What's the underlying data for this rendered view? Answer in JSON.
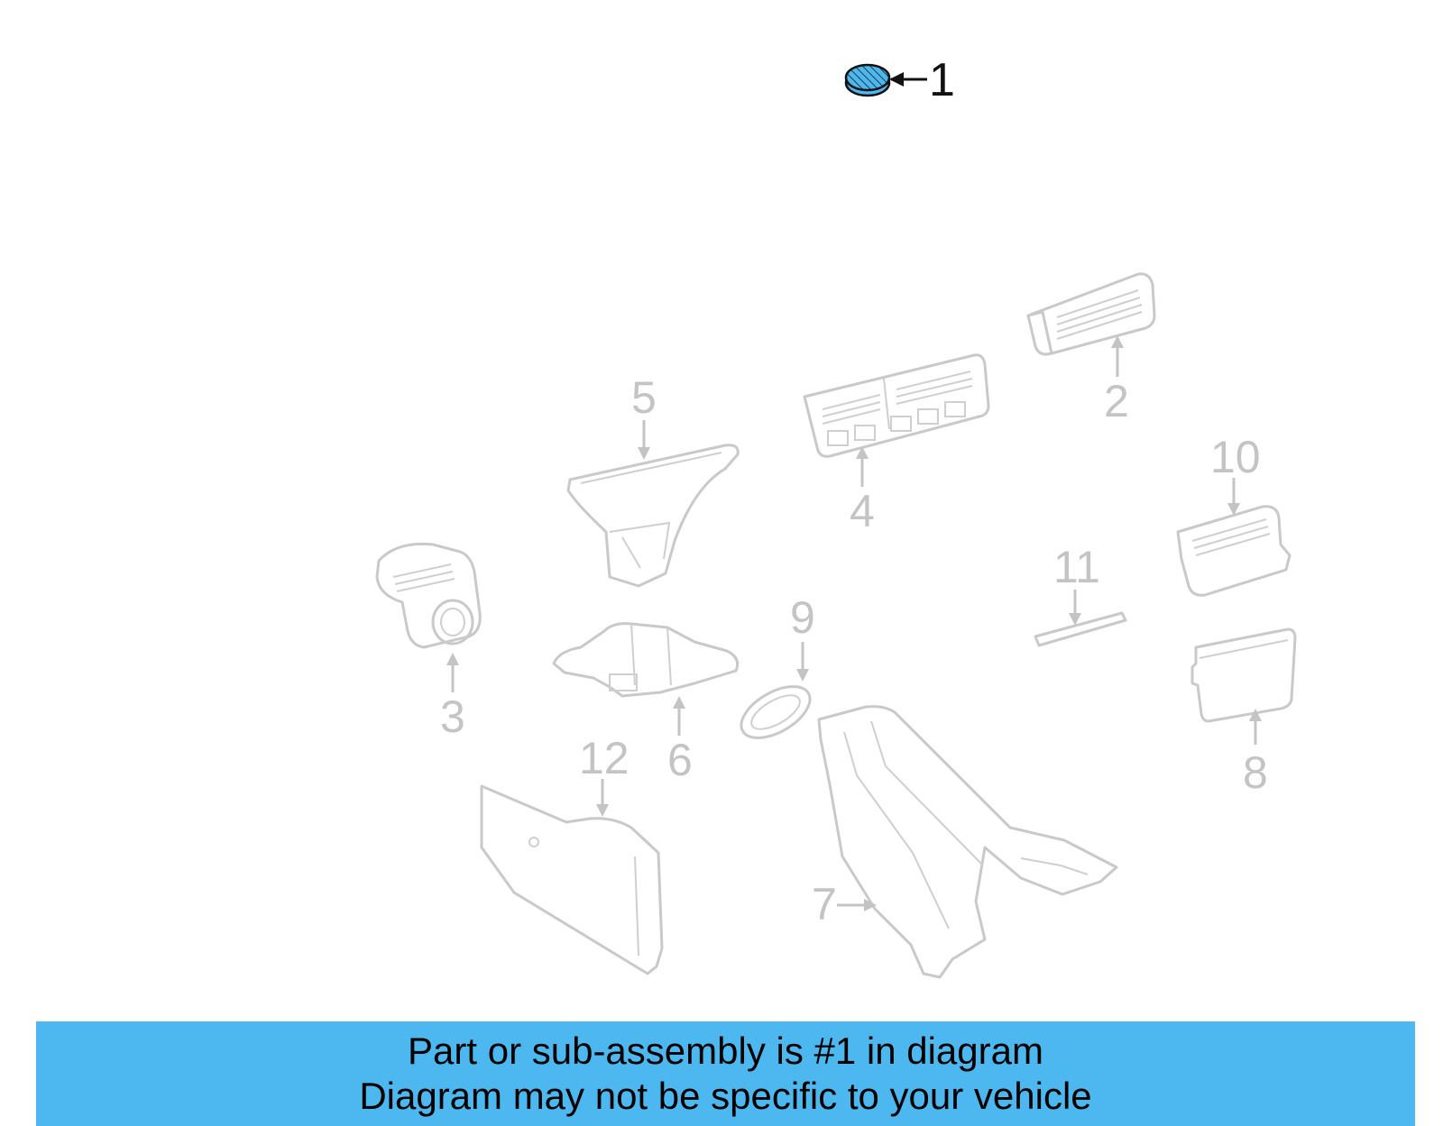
{
  "callouts": [
    {
      "number": "1",
      "highlighted": true
    },
    {
      "number": "2"
    },
    {
      "number": "3"
    },
    {
      "number": "4"
    },
    {
      "number": "5"
    },
    {
      "number": "6"
    },
    {
      "number": "7"
    },
    {
      "number": "8"
    },
    {
      "number": "9"
    },
    {
      "number": "10"
    },
    {
      "number": "11"
    },
    {
      "number": "12"
    }
  ],
  "banner": {
    "line1": "Part or sub-assembly is #1 in diagram",
    "line2": "Diagram may not be specific to your vehicle"
  },
  "colors": {
    "highlight_part": "#4db8f0",
    "banner_bg": "#4db8f0",
    "ghost_parts": "#c9c9c9"
  }
}
